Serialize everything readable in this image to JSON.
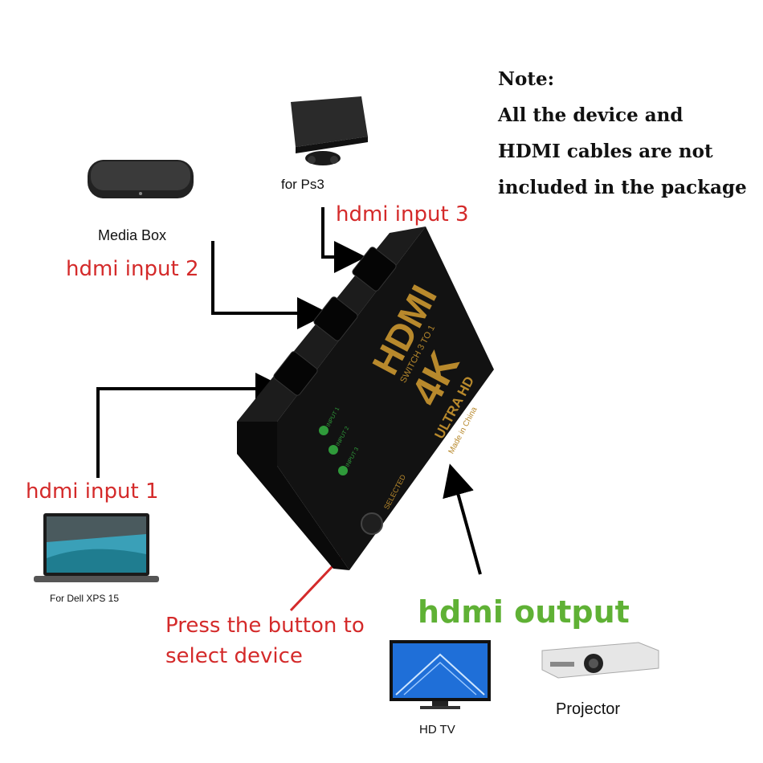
{
  "note": {
    "heading": "Note:",
    "lines": [
      "All the device and",
      "HDMI cables are not",
      "included in the package"
    ]
  },
  "devices": {
    "ps3_caption": "for Ps3",
    "media_box_caption": "Media Box",
    "laptop_caption": "For Dell XPS 15",
    "tv_caption": "HD  TV",
    "projector_caption": "Projector"
  },
  "labels": {
    "input1": "hdmi input 1",
    "input2": "hdmi input 2",
    "input3": "hdmi input 3",
    "output": "hdmi output",
    "press_line1": "Press the button to",
    "press_line2": "select device"
  },
  "switch_box": {
    "logo": "HDMI",
    "subtitle": "SWITCH 3 TO 1",
    "resolution": "4K",
    "ultra_hd": "ULTRA HD",
    "made_in": "Made in China",
    "led_labels": [
      "INPUT 1",
      "INPUT 2",
      "INPUT 3"
    ],
    "button_label": "SELECTED"
  },
  "colors": {
    "label_red": "#d42a2a",
    "output_green": "#5fb135",
    "box_black": "#121212",
    "logo_gold": "#b8892c",
    "led_green": "#2f9a3a"
  }
}
